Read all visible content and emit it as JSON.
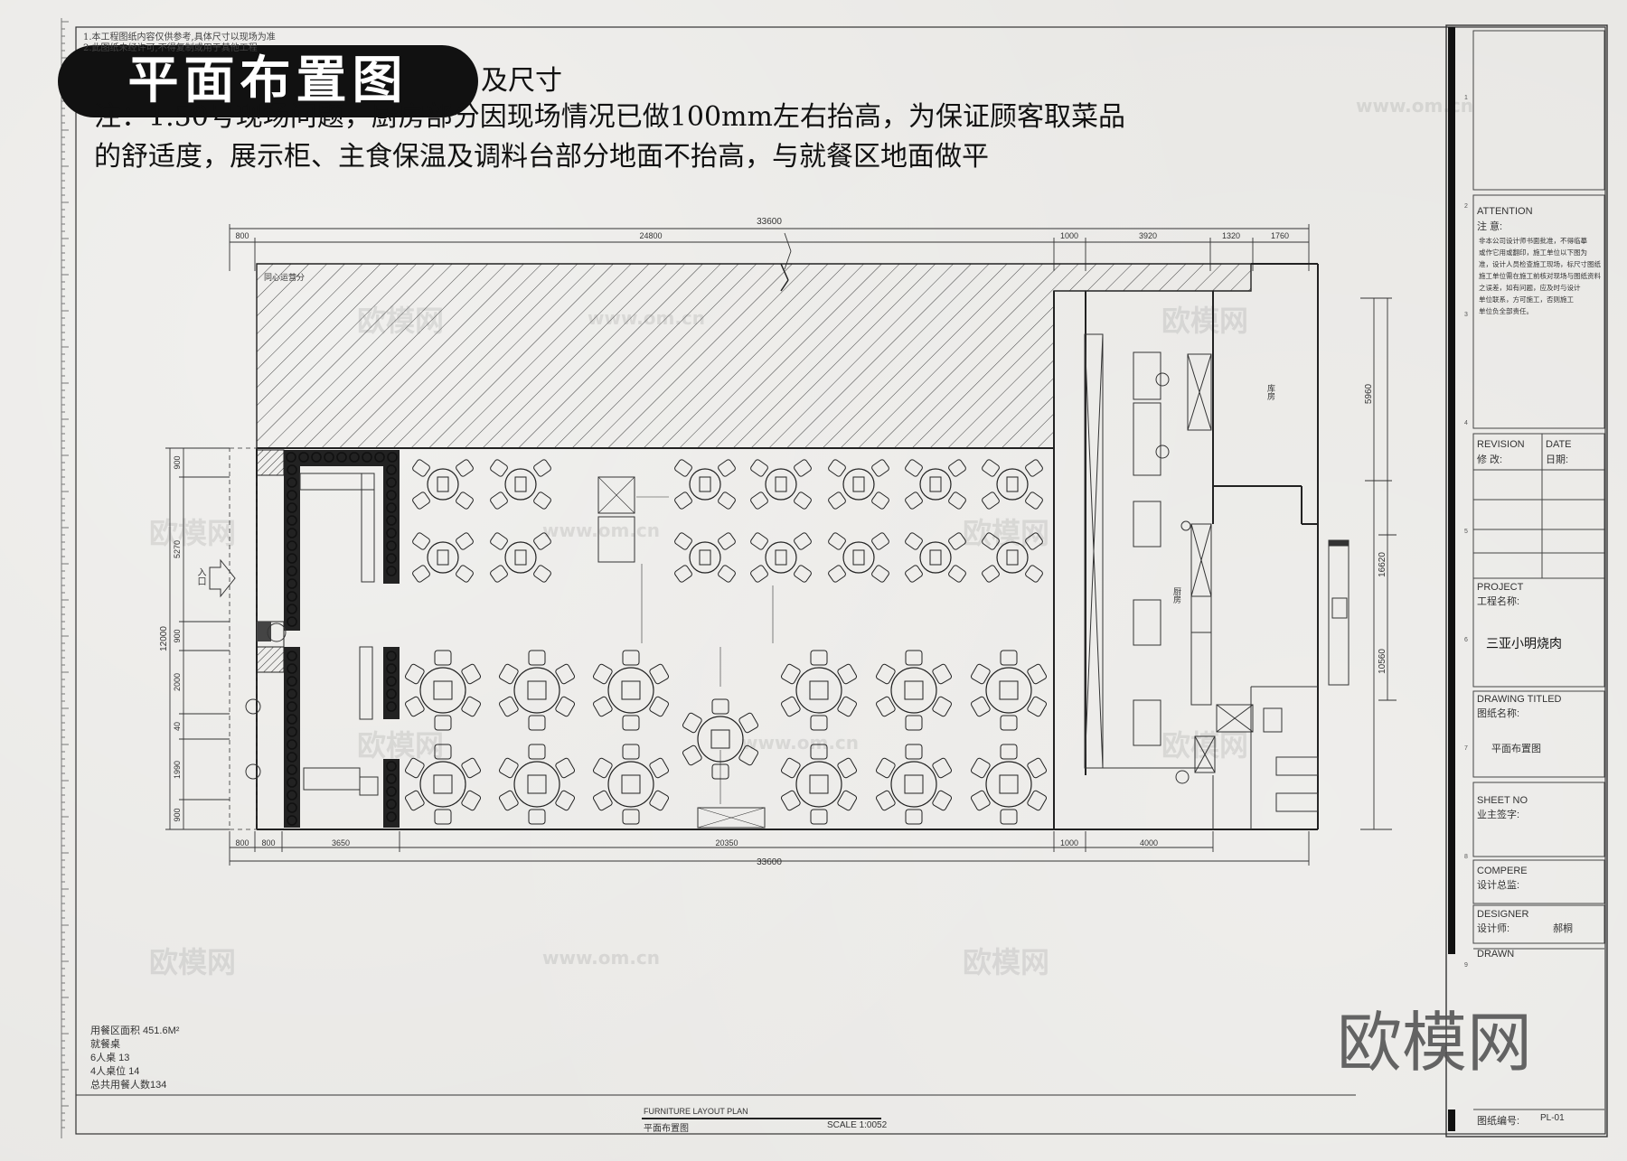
{
  "badge": {
    "title": "平面布置图"
  },
  "notes": {
    "heading_tail": "及尺寸",
    "line1": "注：1.50号现场问题，厨房部分因现场情况已做100mm左右抬高，为保证顾客取菜品",
    "line2": "的舒适度，展示柜、主食保温及调料台部分地面不抬高，与就餐区地面做平",
    "small_top_1": "1.本工程图纸内容仅供参考,具体尺寸以现场为准",
    "small_top_2": "2.此图纸未经许可,不得复制或用于其他工程"
  },
  "dimensions": {
    "top_total": "33600",
    "top_segments": [
      "800",
      "24800",
      "1000",
      "3920",
      "1320",
      "1760"
    ],
    "bottom_total": "33600",
    "bottom_segments": [
      "800",
      "800",
      "3650",
      "20350",
      "1000",
      "4000"
    ],
    "left_total": "12000",
    "left_segments": [
      "900",
      "5270",
      "900",
      "2000",
      "40",
      "1990",
      "900"
    ],
    "right_segments": [
      "5960",
      "16620",
      "10560"
    ]
  },
  "plan_labels": {
    "hatched_area": "同心运营分",
    "entrance": "入口",
    "kitchen": "厨房",
    "storage": "库房"
  },
  "stats": {
    "line1": "用餐区面积 451.6M²",
    "line2": "就餐桌",
    "line3": "6人桌  13",
    "line4": "4人桌位  14",
    "line5": "总共用餐人数134"
  },
  "footer": {
    "plan_title_en": "FURNITURE LAYOUT PLAN",
    "plan_title_cn": "平面布置图",
    "scale": "SCALE  1:0052"
  },
  "title_block": {
    "attention_en": "ATTENTION",
    "attention_cn": "注  意:",
    "attention_text": [
      "非本公司设计师书面批准，不得临摹",
      "或作它用或翻印，施工单位以下图为",
      "准，设计人员检查施工现场，标尺寸图纸，",
      "施工单位需在施工前核对现场与图纸资料",
      "之误差，如有问题，应及时与设计",
      "单位联系，方可施工，否则施工",
      "单位负全部责任。"
    ],
    "revision_en": "REVISION",
    "revision_cn": "修  改:",
    "date_en": "DATE",
    "date_cn": "日期:",
    "project_en": "PROJECT",
    "project_cn": "工程名称:",
    "project_name": "三亚小明烧肉",
    "drawing_en": "DRAWING TITLED",
    "drawing_cn": "图纸名称:",
    "drawing_name": "平面布置图",
    "sheet_en": "SHEET NO",
    "sheet_cn": "业主签字:",
    "compere_en": "COMPERE",
    "compere_cn": "设计总监:",
    "designer_en": "DESIGNER",
    "designer_cn": "设计师:",
    "designer_name": "郝桐",
    "drawn_en": "DRAWN",
    "drawing_no_label": "图纸编号:",
    "drawing_no": "PL-01"
  },
  "watermark": {
    "brand": "欧模网",
    "url": "www.om.cn"
  }
}
